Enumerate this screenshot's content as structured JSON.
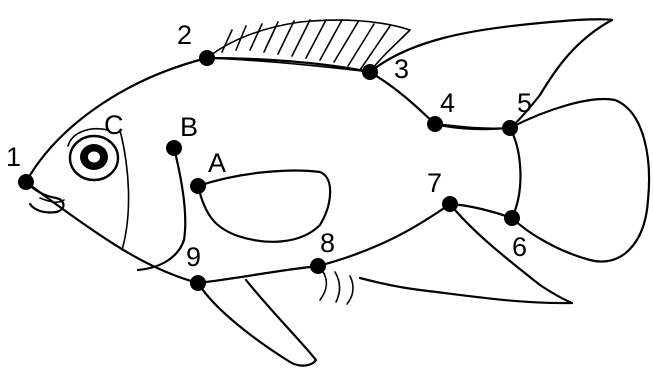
{
  "landmarks": [
    {
      "id": "l1",
      "label": "1"
    },
    {
      "id": "l2",
      "label": "2"
    },
    {
      "id": "l3",
      "label": "3"
    },
    {
      "id": "l4",
      "label": "4"
    },
    {
      "id": "l5",
      "label": "5"
    },
    {
      "id": "l6",
      "label": "6"
    },
    {
      "id": "l7",
      "label": "7"
    },
    {
      "id": "l8",
      "label": "8"
    },
    {
      "id": "l9",
      "label": "9"
    },
    {
      "id": "lA",
      "label": "A"
    },
    {
      "id": "lB",
      "label": "B"
    },
    {
      "id": "lC",
      "label": "C"
    }
  ]
}
